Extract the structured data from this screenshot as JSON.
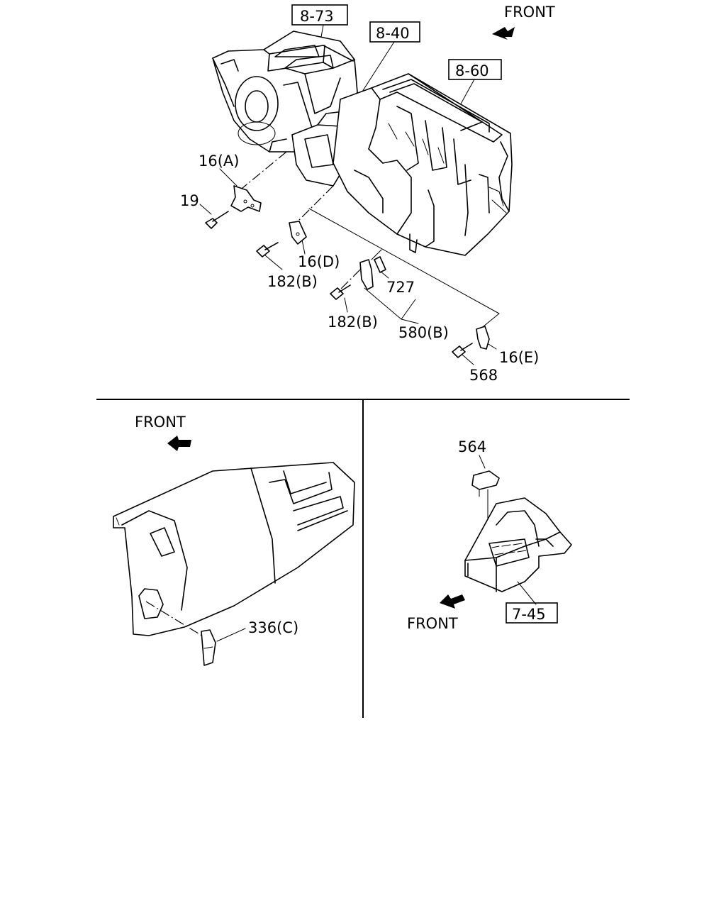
{
  "top": {
    "front_label": "FRONT",
    "refs": {
      "r873": "8-73",
      "r840": "8-40",
      "r860": "8-60"
    },
    "parts": {
      "p16a": "16(A)",
      "p19": "19",
      "p16d": "16(D)",
      "p182b_1": "182(B)",
      "p727": "727",
      "p182b_2": "182(B)",
      "p580b": "580(B)",
      "p16e": "16(E)",
      "p568": "568"
    }
  },
  "bottom_left": {
    "front_label": "FRONT",
    "parts": {
      "p336c": "336(C)"
    }
  },
  "bottom_right": {
    "front_label": "FRONT",
    "refs": {
      "r745": "7-45"
    },
    "parts": {
      "p564": "564"
    }
  }
}
